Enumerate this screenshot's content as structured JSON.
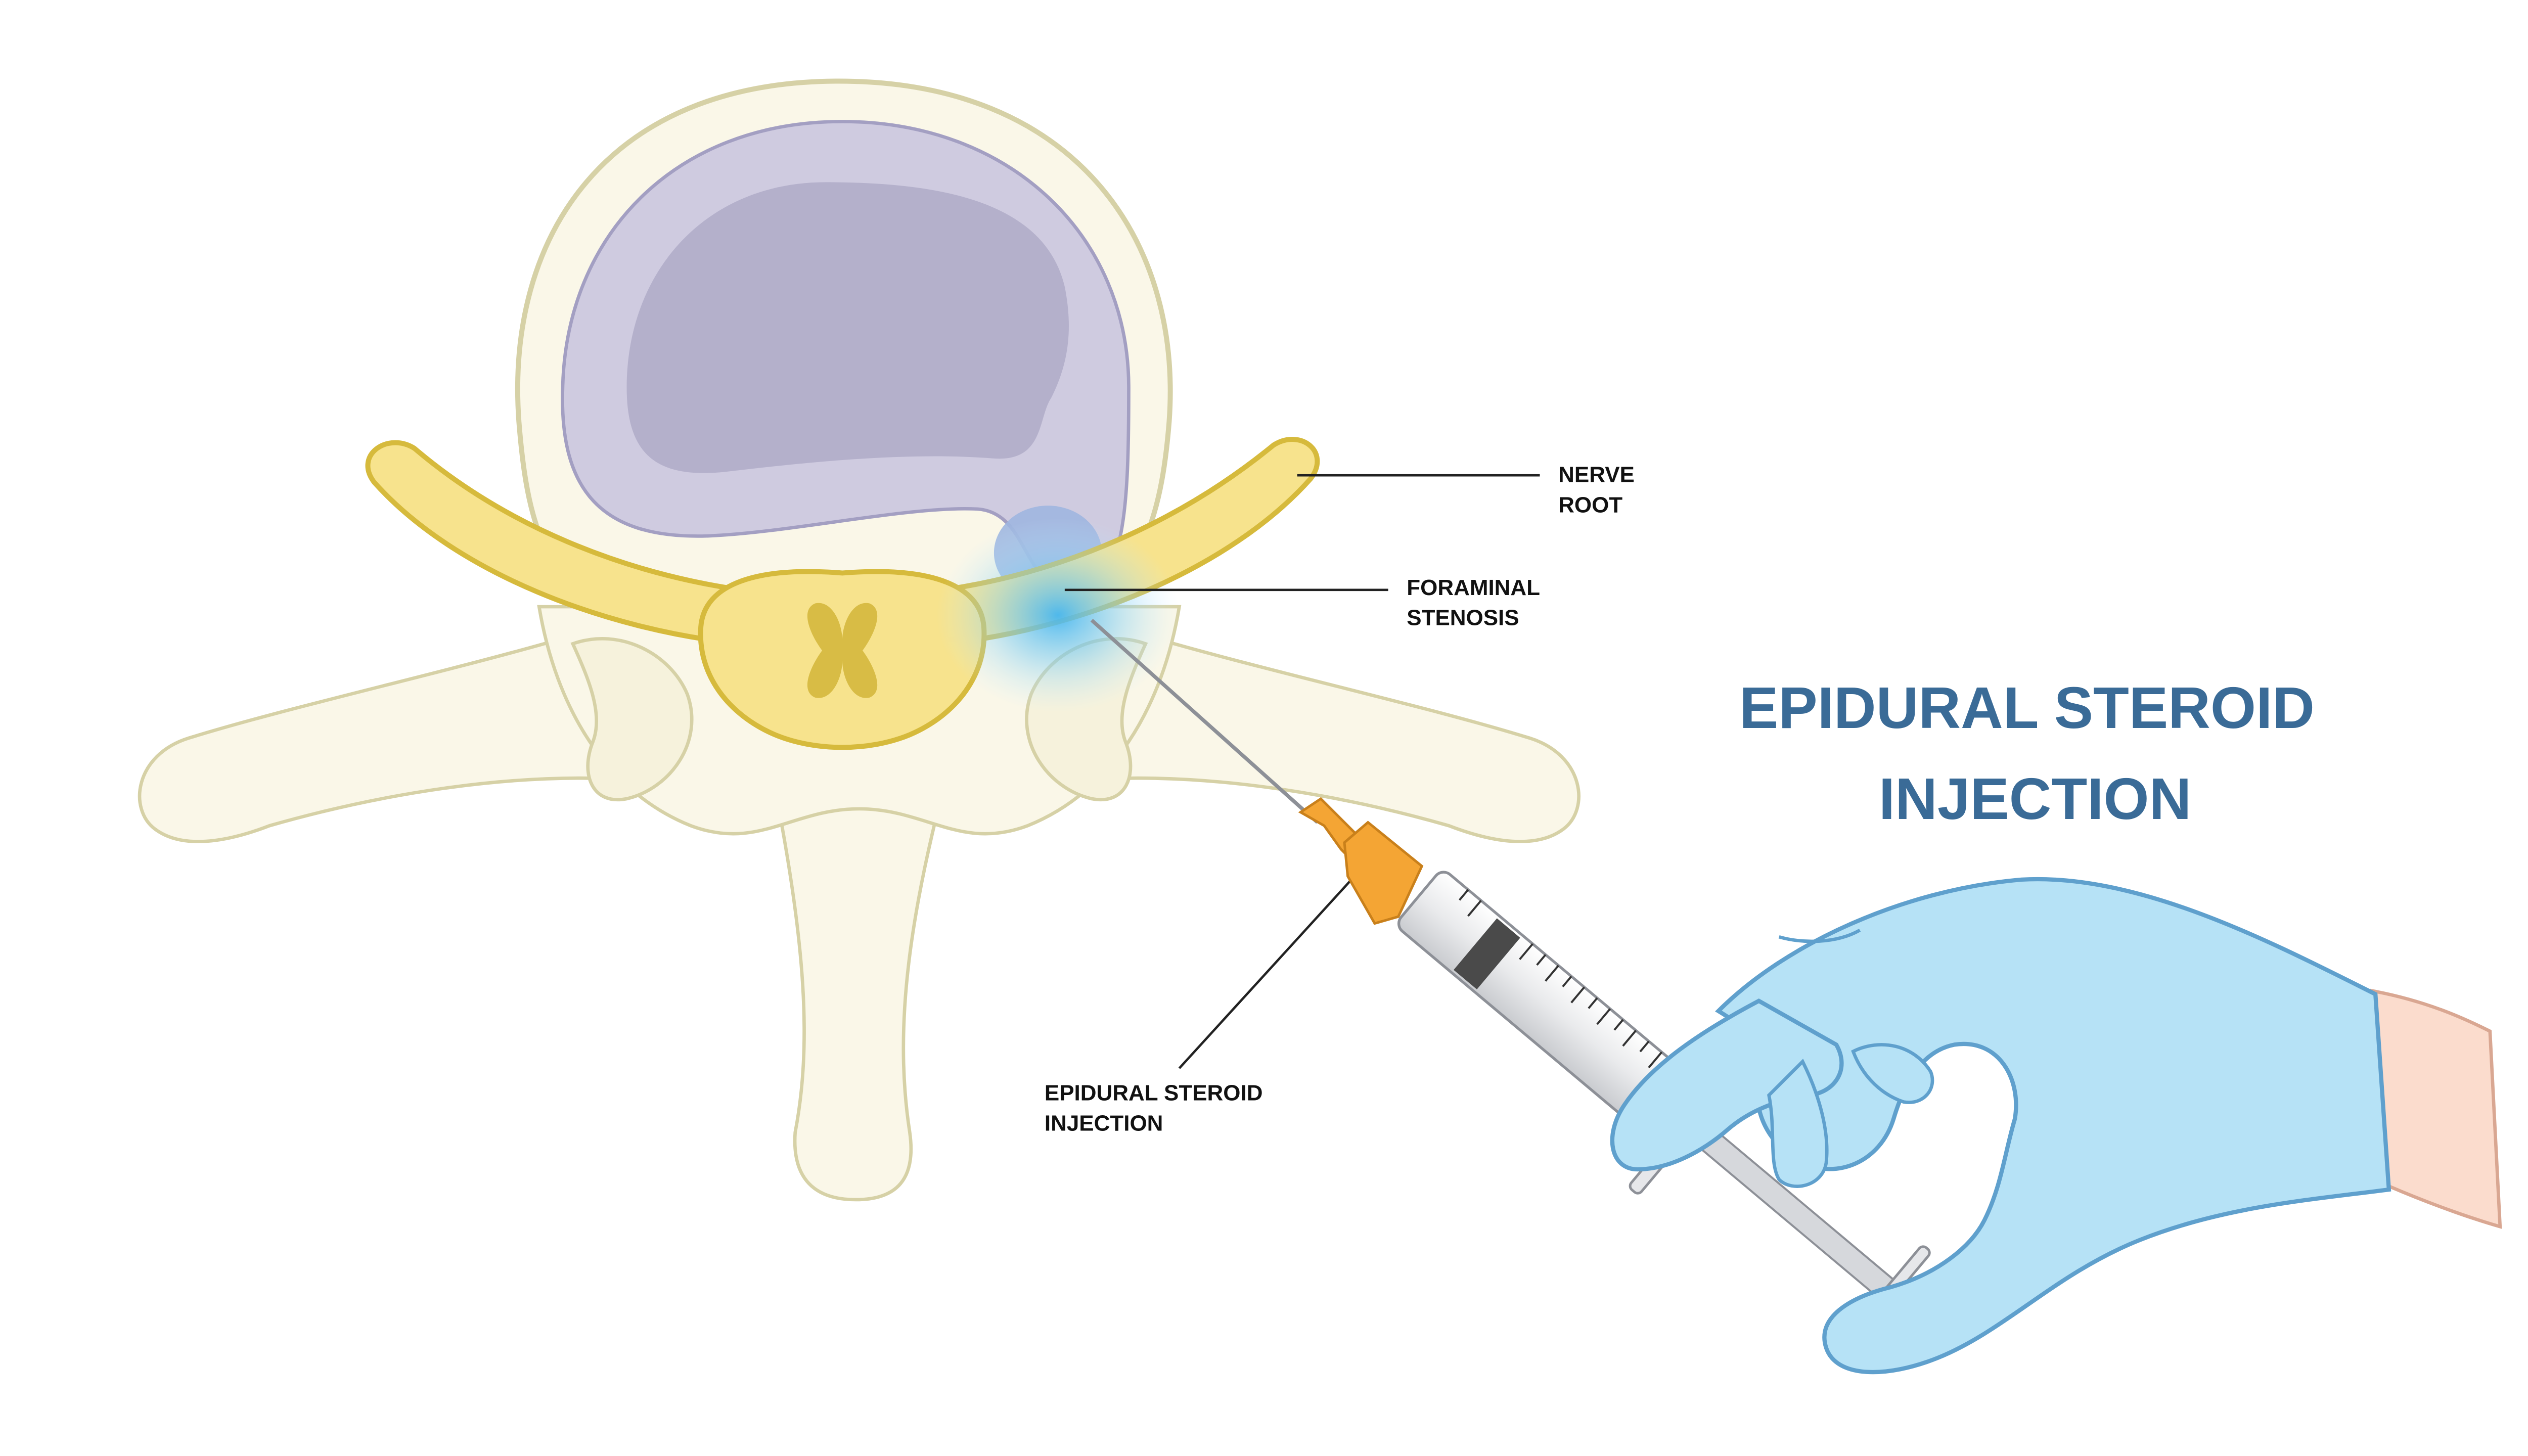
{
  "title": {
    "line1": "EPIDURAL STEROID",
    "line2": "INJECTION"
  },
  "labels": {
    "nerve_root": {
      "line1": "NERVE",
      "line2": "ROOT"
    },
    "foraminal_stenosis": {
      "line1": "FORAMINAL",
      "line2": "STENOSIS"
    },
    "epidural_injection": {
      "line1": "EPIDURAL STEROID",
      "line2": "INJECTION"
    }
  },
  "colors": {
    "title": "#3a6b97",
    "bone_fill": "#faf7e8",
    "bone_stroke": "#d6d1a6",
    "disc_outer": "#cfcbe0",
    "disc_inner": "#b4b0cb",
    "nerve_fill": "#f7e38d",
    "nerve_stroke": "#d6ba3c",
    "needle_hub": "#f4a534",
    "glove": "#b6e2f6",
    "glove_stroke": "#5fa0cd",
    "skin": "#fbdccd",
    "highlight": "#46b6f0"
  }
}
